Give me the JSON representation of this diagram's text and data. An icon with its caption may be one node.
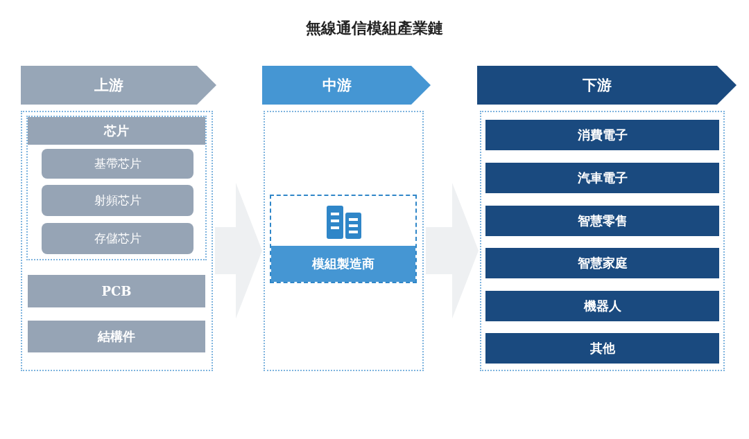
{
  "diagram": {
    "title": "無線通信模組產業鏈",
    "nodes": [
      {
        "text": [
          "上游"
        ]
      },
      {
        "text": [],
        "shape": "box"
      },
      {
        "text": [],
        "shape": "box",
        "in": 1
      },
      {
        "text": [
          "芯片"
        ],
        "in": 2
      },
      {
        "text": [
          "基帶芯片"
        ],
        "in": 2
      },
      {
        "text": [
          "射頻芯片"
        ],
        "in": 2
      },
      {
        "text": [
          "存儲芯片"
        ],
        "in": 2
      },
      {
        "text": [
          "PCB"
        ],
        "in": 1
      },
      {
        "text": [
          "結構件"
        ],
        "in": 1
      },
      {
        "text": [
          "中游"
        ]
      },
      {
        "text": [],
        "shape": "box"
      },
      {
        "text": [
          "模組製造商"
        ],
        "in": 10
      },
      {
        "text": [
          "下游"
        ]
      },
      {
        "text": [],
        "shape": "box"
      },
      {
        "text": [
          "消費電子"
        ],
        "in": 13
      },
      {
        "text": [
          "汽車電子"
        ],
        "in": 13
      },
      {
        "text": [
          "智慧零售"
        ],
        "in": 13
      },
      {
        "text": [
          "智慧家庭"
        ],
        "in": 13
      },
      {
        "text": [
          "機器人"
        ],
        "in": 13
      },
      {
        "text": [
          "其他"
        ],
        "in": 13
      }
    ],
    "edges": [
      {
        "from": 1,
        "to": 10,
        "arrow": "to"
      },
      {
        "from": 10,
        "to": 13,
        "arrow": "to"
      }
    ]
  }
}
